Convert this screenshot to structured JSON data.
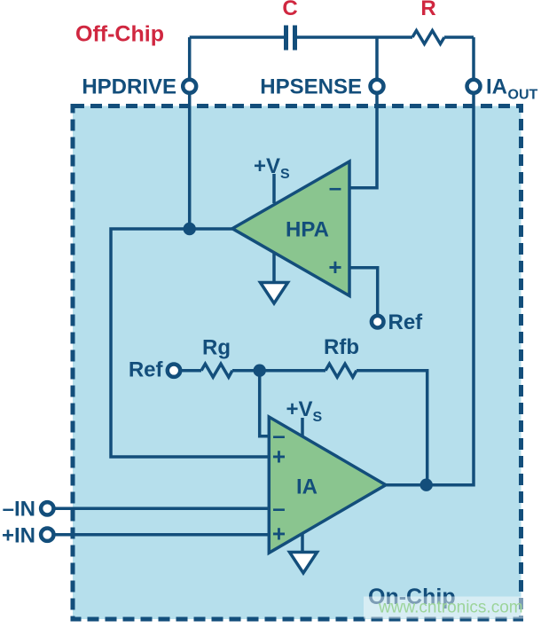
{
  "colors": {
    "blue": "#134e7b",
    "red": "#d02740",
    "chip_bg": "#b6dfec",
    "green": "#8ac58f",
    "watermark_green": "#9cd49a"
  },
  "top": {
    "off_chip": "Off-Chip",
    "cap_label": "C",
    "res_label": "R",
    "hpdrive": "HPDRIVE",
    "hpsense": "HPSENSE",
    "ia_out": "IA",
    "ia_out_sub": "OUT"
  },
  "hpa": {
    "name": "HPA",
    "vs": "+V",
    "vs_sub": "S",
    "minus": "–",
    "plus": "+",
    "ref": "Ref"
  },
  "feedback": {
    "ref": "Ref",
    "rg": "Rg",
    "rfb": "Rfb"
  },
  "ia": {
    "name": "IA",
    "vs": "+V",
    "vs_sub": "S",
    "fb_minus": "–",
    "fb_plus": "+",
    "neg_sign": "–",
    "pos_sign": "+",
    "neg_in": "–IN",
    "pos_in": "+IN"
  },
  "footer": {
    "on_chip": "On-Chip",
    "watermark": "www.cntronics.com"
  }
}
